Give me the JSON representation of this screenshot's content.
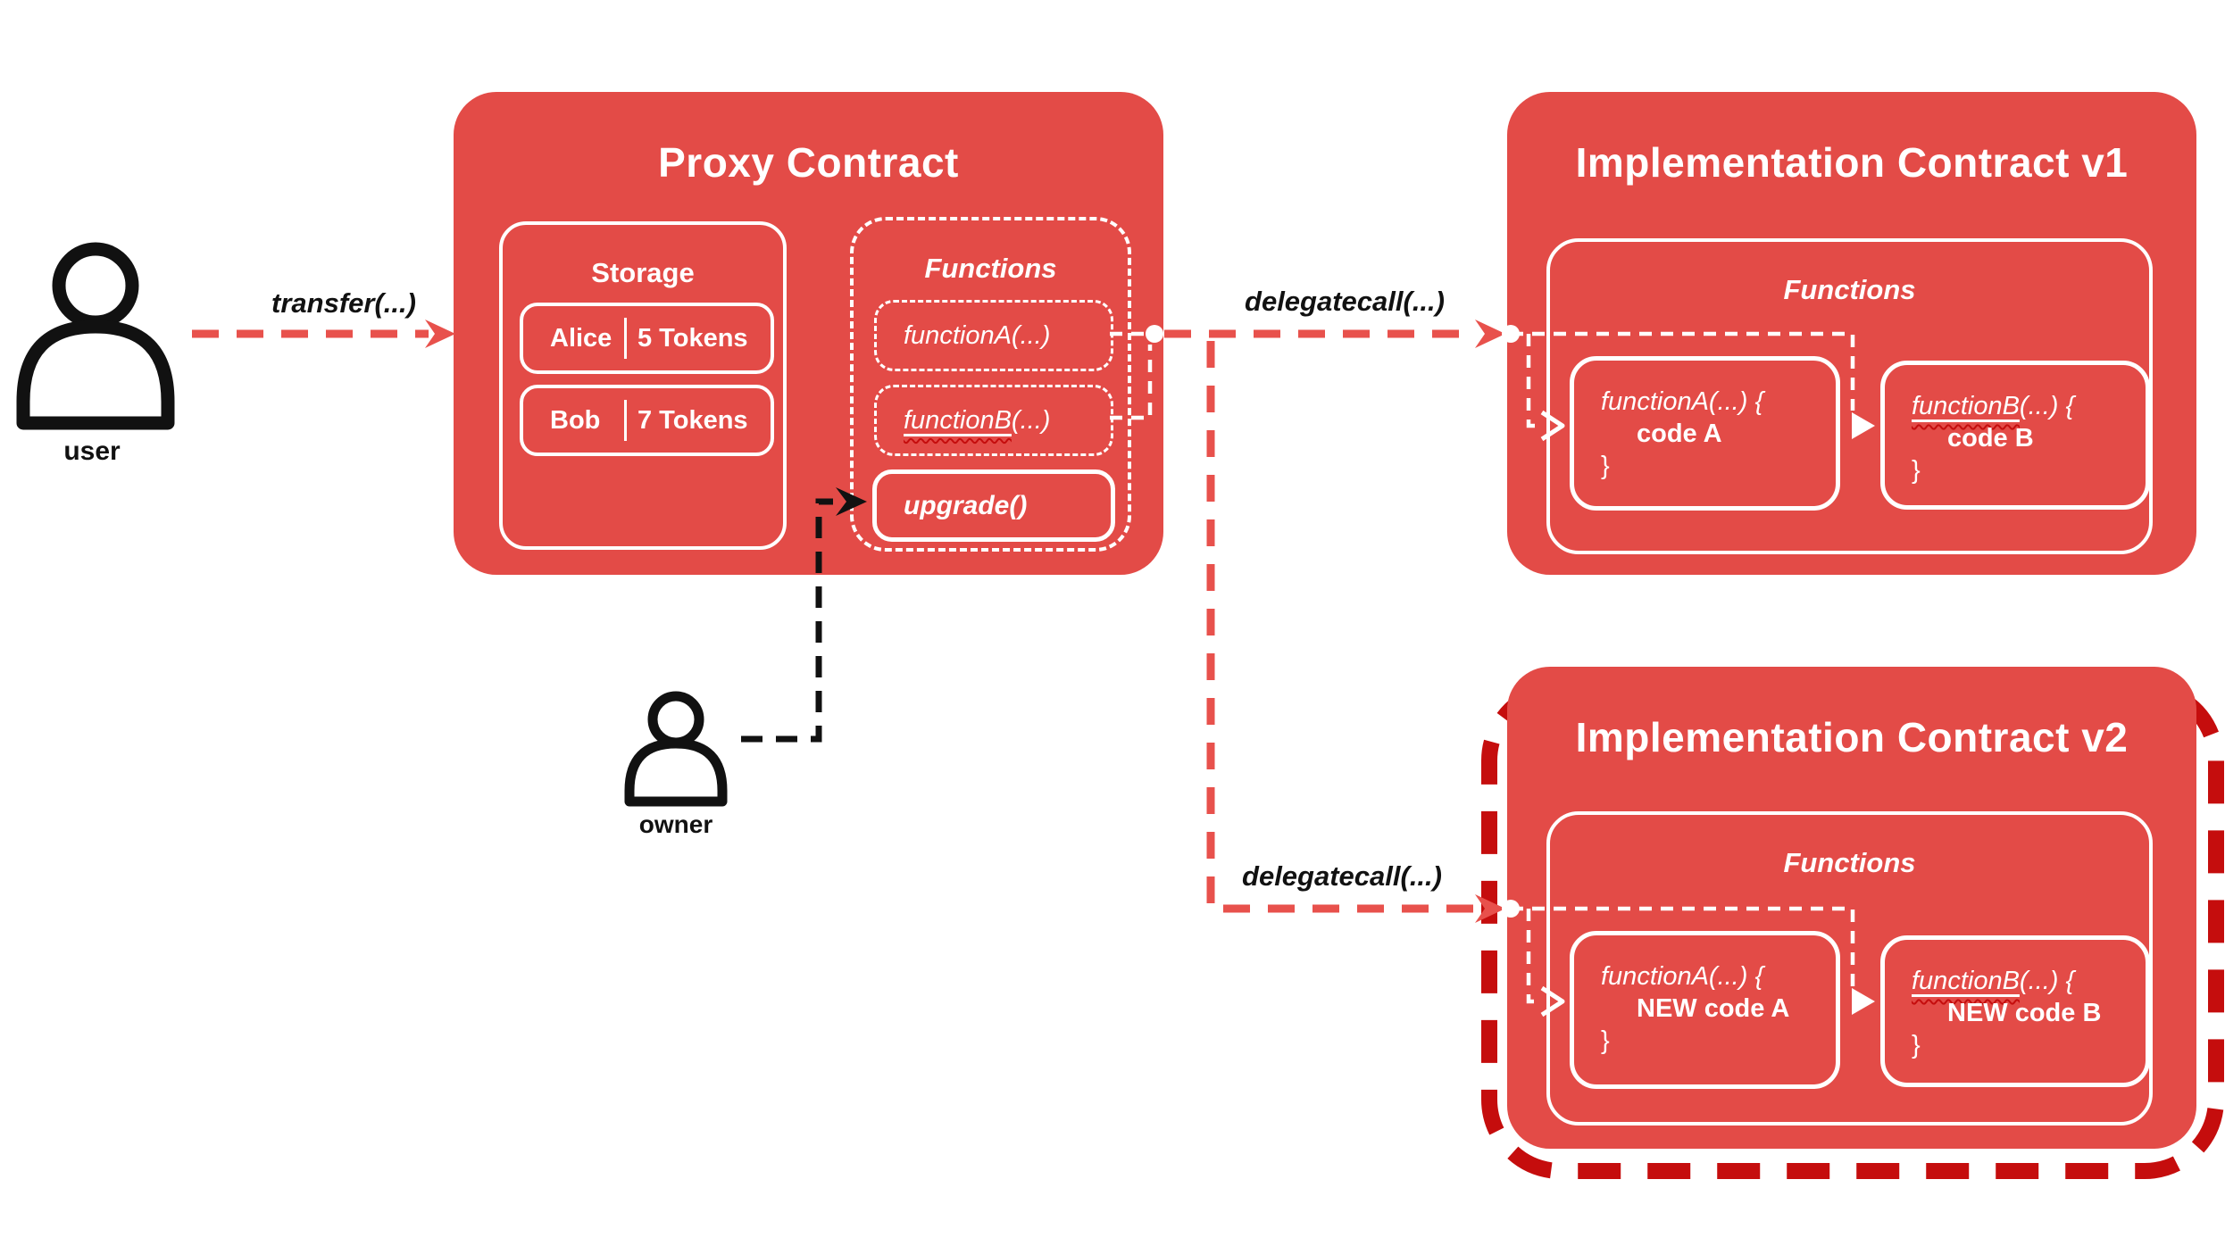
{
  "colors": {
    "box_red": "#E34B47",
    "line_red": "#E8514C",
    "dark_red": "#C50D0D",
    "ink": "#111111",
    "white": "#FFFFFF"
  },
  "actors": {
    "user": {
      "label": "user"
    },
    "owner": {
      "label": "owner"
    }
  },
  "edges": {
    "transfer_label": "transfer(...)",
    "delegatecall_v1_label": "delegatecall(...)",
    "delegatecall_v2_label": "delegatecall(...)"
  },
  "proxy": {
    "title": "Proxy Contract",
    "storage": {
      "title": "Storage",
      "rows": [
        {
          "name": "Alice",
          "value": "5 Tokens"
        },
        {
          "name": "Bob",
          "value": "7 Tokens"
        }
      ]
    },
    "functions": {
      "title": "Functions",
      "function_a": "functionA(...)",
      "function_b_name": "functionB",
      "function_b_suffix": "(...)",
      "upgrade": "upgrade()"
    }
  },
  "implementation_v1": {
    "title": "Implementation Contract v1",
    "functions_title": "Functions",
    "function_a": {
      "signature": "functionA(...) {",
      "body": "code A",
      "close": "}"
    },
    "function_b": {
      "name": "functionB",
      "suffix": "(...) {",
      "body": "code B",
      "close": "}"
    }
  },
  "implementation_v2": {
    "title": "Implementation Contract v2",
    "functions_title": "Functions",
    "function_a": {
      "signature": "functionA(...) {",
      "body": "NEW code A",
      "close": "}"
    },
    "function_b": {
      "name": "functionB",
      "suffix": "(...) {",
      "body": "NEW code B",
      "close": "}"
    }
  }
}
